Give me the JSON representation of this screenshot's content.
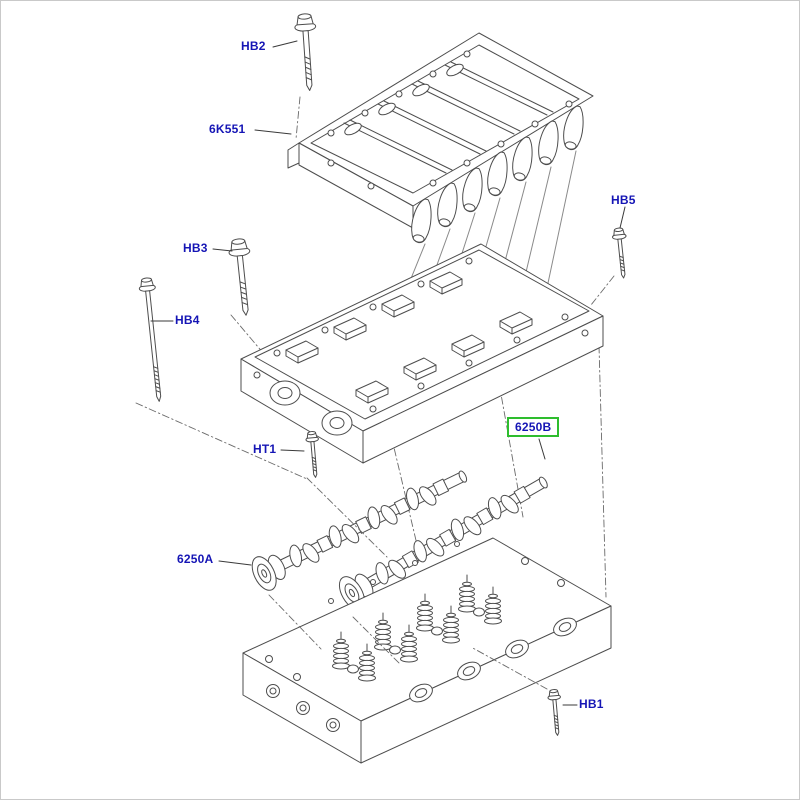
{
  "diagram": {
    "kind": "exploded-parts-diagram",
    "highlighted_callout": "6250B",
    "colors": {
      "callout_text": "#1515b5",
      "highlight_box_border": "#2ebd2e",
      "drawing_line": "#4d4d4d",
      "background": "#ffffff"
    },
    "callouts": {
      "hb2": "HB2",
      "part_6k551": "6K551",
      "hb5": "HB5",
      "hb3": "HB3",
      "hb4": "HB4",
      "ht1": "HT1",
      "part_6250b": "6250B",
      "part_6250a": "6250A",
      "hb1": "HB1"
    }
  }
}
